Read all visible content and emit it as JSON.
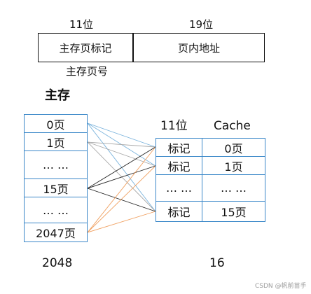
{
  "address": {
    "bits_left": "11位",
    "bits_right": "19位",
    "field_tag": "主存页标记",
    "field_offset": "页内地址",
    "below_label": "主存页号"
  },
  "main_memory": {
    "title": "主存",
    "pages": [
      "0页",
      "1页",
      "… …",
      "15页",
      "… …",
      "2047页"
    ],
    "count": "2048"
  },
  "cache": {
    "tag_bits": "11位",
    "title": "Cache",
    "tag_column": [
      "标记",
      "标记",
      "… …",
      "标记"
    ],
    "pages": [
      "0页",
      "1页",
      "… …",
      "15页"
    ],
    "count": "16"
  },
  "watermark": "CSDN @帆前苗手",
  "colors": {
    "cell_border": "#3a87c8",
    "line_blue": "#7ab3dc",
    "line_gray": "#a8a8a8",
    "line_black": "#222222",
    "line_orange": "#f0a060"
  }
}
